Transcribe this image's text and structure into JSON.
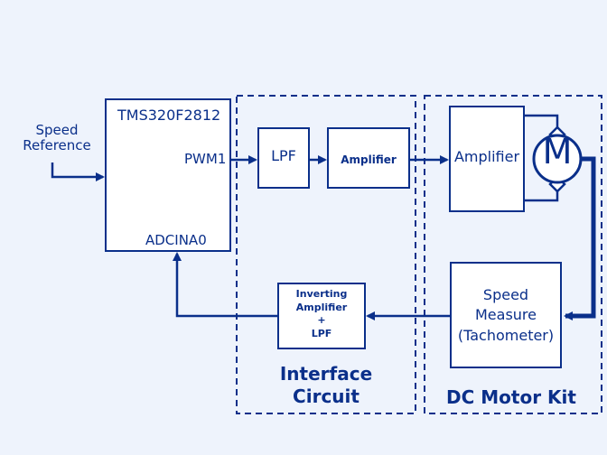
{
  "colors": {
    "background": "#eef3fc",
    "ink": "#0a2f8a",
    "box_fill": "#ffffff"
  },
  "dsp": {
    "title": "TMS320F2812",
    "output_port": "PWM1",
    "input_port": "ADCINA0"
  },
  "speed_reference": {
    "label": "Speed\nReference"
  },
  "interface_circuit": {
    "lpf_label": "LPF",
    "amplifier_label": "Amplifier",
    "inverting_label": "Inverting\nAmplifier\n+\nLPF",
    "group_label": "Interface\nCircuit"
  },
  "dc_motor_kit": {
    "amplifier_label": "Amplifier",
    "motor_symbol": "M",
    "speed_measure_label": "Speed\nMeasure\n(Tachometer)",
    "group_label": "DC Motor Kit"
  }
}
